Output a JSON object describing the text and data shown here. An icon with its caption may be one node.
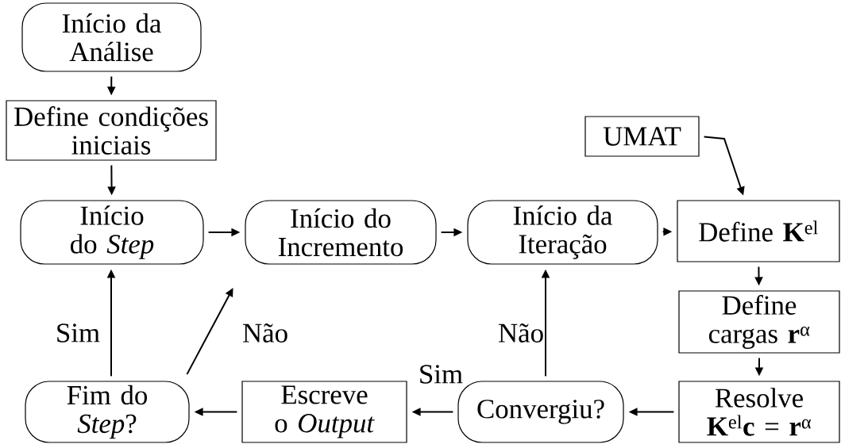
{
  "diagram": {
    "nodes": [
      {
        "text": [
          "Início da Análise"
        ]
      },
      {
        "text": [
          "Define condições iniciais"
        ]
      },
      {
        "text": [
          "Início do *Step*"
        ]
      },
      {
        "text": [
          "Início do Incremento"
        ]
      },
      {
        "text": [
          "Início da Iteração"
        ]
      },
      {
        "text": [
          "UMAT"
        ]
      },
      {
        "text": [
          "Define **K**$^{el}$"
        ]
      },
      {
        "text": [
          "Define cargas **r**$^{α}$"
        ]
      },
      {
        "text": [
          "Resolve **K**$^{el}$**c** = **r**$^{α}$"
        ]
      },
      {
        "text": [
          "Convergiu?"
        ]
      },
      {
        "text": [
          "Escreve o *Output*"
        ]
      },
      {
        "text": [
          "Fim do *Step*?"
        ]
      }
    ],
    "edges": [
      {
        "from": 0,
        "to": 1,
        "arrow": "to"
      },
      {
        "from": 1,
        "to": 2,
        "arrow": "to"
      },
      {
        "from": 2,
        "to": 3,
        "arrow": "to"
      },
      {
        "from": 3,
        "to": 4,
        "arrow": "to"
      },
      {
        "from": 4,
        "to": 6,
        "arrow": "to"
      },
      {
        "from": 5,
        "to": 6,
        "arrow": "to"
      },
      {
        "from": 6,
        "to": 7,
        "arrow": "to"
      },
      {
        "from": 7,
        "to": 8,
        "arrow": "to"
      },
      {
        "from": 8,
        "to": 9,
        "arrow": "to"
      },
      {
        "from": 9,
        "to": 10,
        "arrow": "to",
        "label": "Sim"
      },
      {
        "from": 9,
        "to": 4,
        "arrow": "to",
        "label": "Não"
      },
      {
        "from": 10,
        "to": 11,
        "arrow": "to"
      },
      {
        "from": 11,
        "to": 2,
        "arrow": "to",
        "label": "Sim"
      },
      {
        "from": 11,
        "to": 3,
        "arrow": "to",
        "label": "Não"
      }
    ]
  }
}
